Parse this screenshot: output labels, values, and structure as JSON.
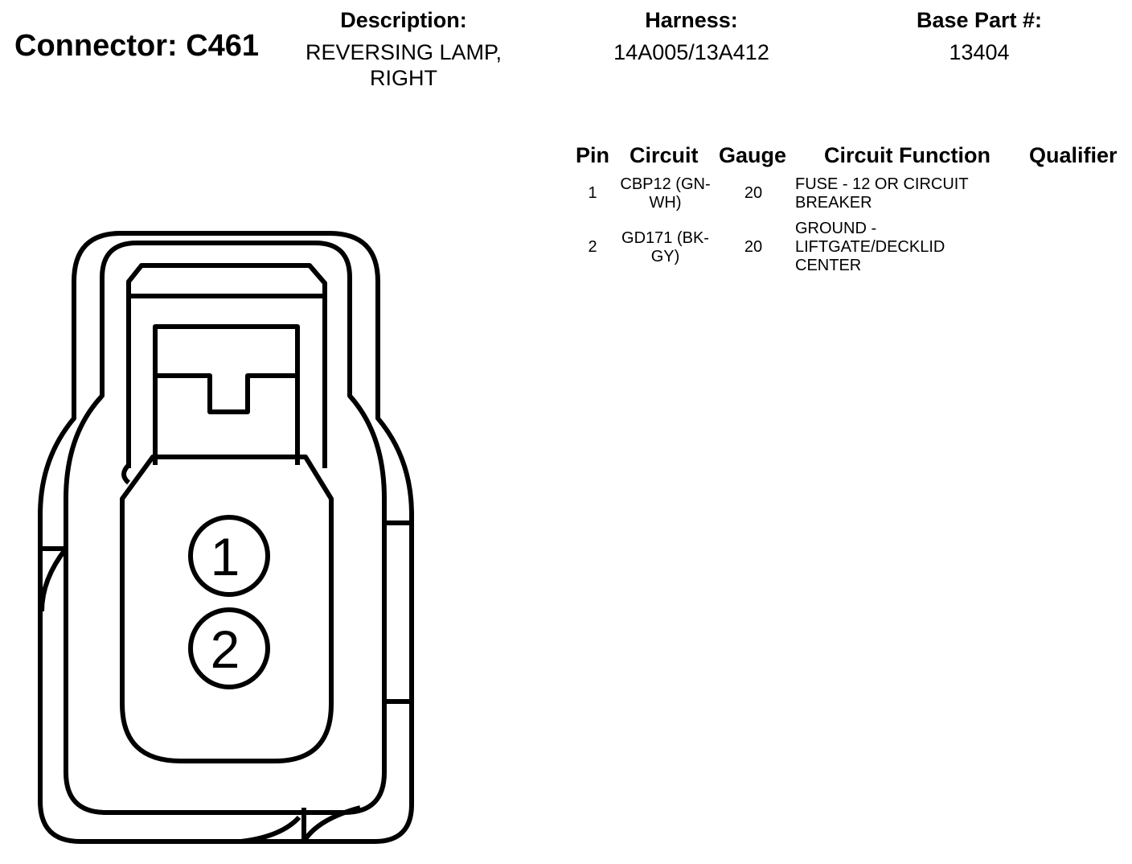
{
  "connector": {
    "title": "Connector: C461"
  },
  "header": {
    "description_label": "Description:",
    "description_value": "REVERSING LAMP, RIGHT",
    "harness_label": "Harness:",
    "harness_value": "14A005/13A412",
    "base_part_label": "Base Part #:",
    "base_part_value": "13404"
  },
  "table": {
    "columns": [
      "Pin",
      "Circuit",
      "Gauge",
      "Circuit Function",
      "Qualifier"
    ],
    "rows": [
      {
        "pin": "1",
        "circuit": "CBP12 (GN-WH)",
        "gauge": "20",
        "function": "FUSE - 12 OR CIRCUIT BREAKER",
        "qualifier": ""
      },
      {
        "pin": "2",
        "circuit": "GD171 (BK-GY)",
        "gauge": "20",
        "function": "GROUND - LIFTGATE/DECKLID CENTER",
        "qualifier": ""
      }
    ]
  },
  "diagram": {
    "pin_labels": [
      "1",
      "2"
    ],
    "stroke_color": "#000000"
  }
}
